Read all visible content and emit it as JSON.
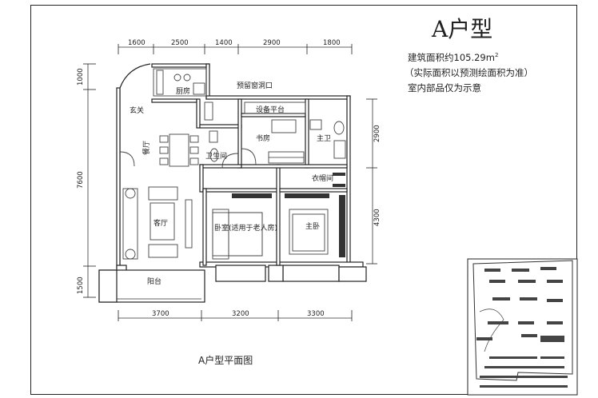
{
  "title": "A户型",
  "info": {
    "area_prefix": "建筑面积约105.29m",
    "area_sup": "2",
    "note1": "（实际面积以预测绘面积为准）",
    "note2": "室内部品仅为示意"
  },
  "caption": "A户型平面图",
  "dimensions": {
    "top": [
      "1600",
      "2500",
      "1400",
      "2900",
      "1800"
    ],
    "bottom": [
      "3700",
      "3200",
      "3300"
    ],
    "left": [
      "1000",
      "7600",
      "1500"
    ],
    "right": [
      "2900",
      "4300"
    ]
  },
  "rooms": {
    "kitchen": "厨房",
    "entry": "玄关",
    "dining": "餐厅",
    "bathroom1": "卫生间",
    "study": "书房",
    "bathroom2": "主卫",
    "equipment": "设备平台",
    "window_reserved": "预留窗洞口",
    "closet": "衣帽间",
    "living": "客厅",
    "bedroom": "卧室(适用于老人房)",
    "master": "主卧",
    "balcony": "阳台"
  },
  "colors": {
    "line": "#222222",
    "background": "#ffffff"
  }
}
